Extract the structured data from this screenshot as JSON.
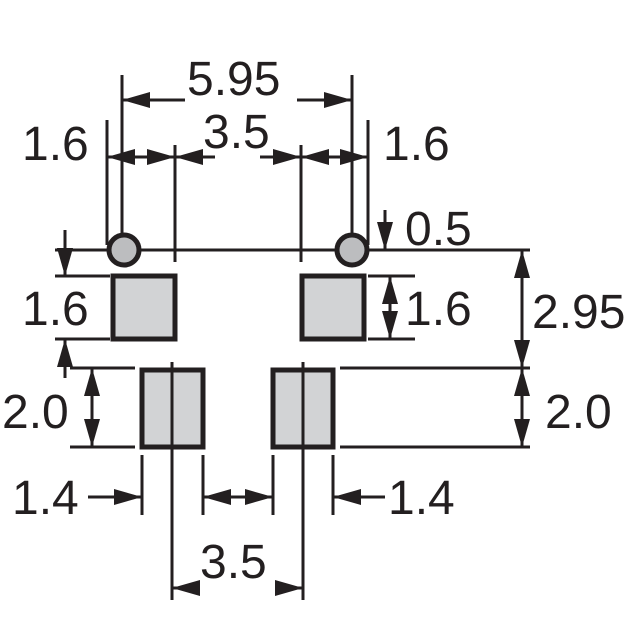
{
  "colors": {
    "line": "#231f20",
    "pad_fill": "#d2d3d5",
    "hole_fill": "#bcbdbf",
    "background": "#ffffff"
  },
  "dimensions": {
    "overall_hole_spacing": "5.95",
    "top_pad_gap": "3.5",
    "top_left_offset": "1.6",
    "top_right_offset": "1.6",
    "hole_offset": "0.5",
    "top_pad_height_left": "1.6",
    "top_pad_height_right": "1.6",
    "vertical_pitch": "2.95",
    "bottom_pad_height_left": "2.0",
    "bottom_pad_height_right": "2.0",
    "bottom_pad_width_left": "1.4",
    "bottom_pad_width_right": "1.4",
    "bottom_pad_gap": "3.5"
  }
}
